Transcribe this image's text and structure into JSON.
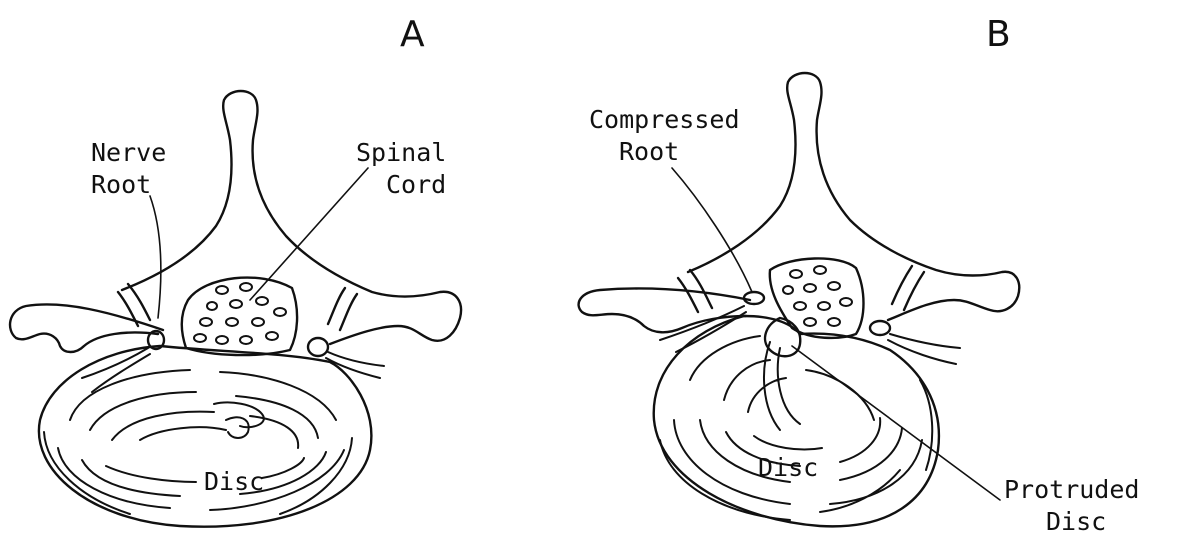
{
  "panels": {
    "a": {
      "letter": "A",
      "labels": {
        "nerve_root_1": "Nerve",
        "nerve_root_2": "Root",
        "spinal_cord_1": "Spinal",
        "spinal_cord_2": "Cord",
        "disc": "Disc"
      }
    },
    "b": {
      "letter": "B",
      "labels": {
        "compressed_root_1": "Compressed",
        "compressed_root_2": "Root",
        "disc": "Disc",
        "protruded_disc_1": "Protruded",
        "protruded_disc_2": "Disc"
      }
    }
  }
}
